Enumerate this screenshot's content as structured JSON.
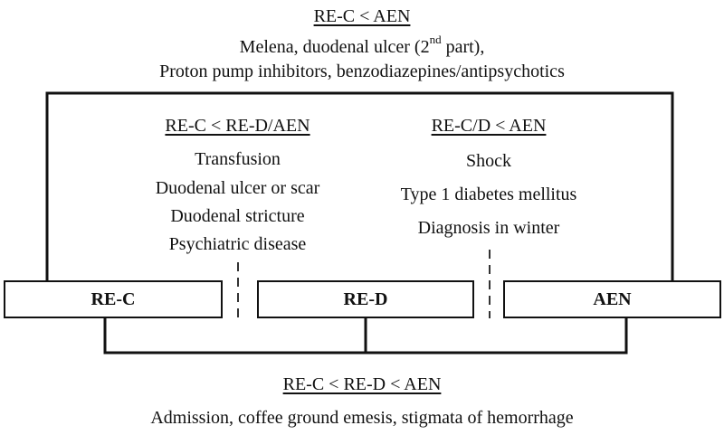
{
  "top": {
    "heading": "RE-C < AEN",
    "line1_pre": "Melena, duodenal ulcer (2",
    "line1_sup": "nd",
    "line1_post": " part),",
    "line2": "Proton pump inhibitors, benzodiazepines/antipsychotics"
  },
  "left_group": {
    "heading": "RE-C < RE-D/AEN",
    "items": [
      "Transfusion",
      "Duodenal ulcer or scar",
      "Duodenal stricture",
      "Psychiatric disease"
    ]
  },
  "right_group": {
    "heading": "RE-C/D < AEN",
    "items": [
      "Shock",
      "Type 1 diabetes mellitus",
      "Diagnosis in winter"
    ]
  },
  "boxes": [
    "RE-C",
    "RE-D",
    "AEN"
  ],
  "bottom": {
    "heading": "RE-C < RE-D < AEN",
    "line": "Admission, coffee ground emesis, stigmata of hemorrhage"
  }
}
